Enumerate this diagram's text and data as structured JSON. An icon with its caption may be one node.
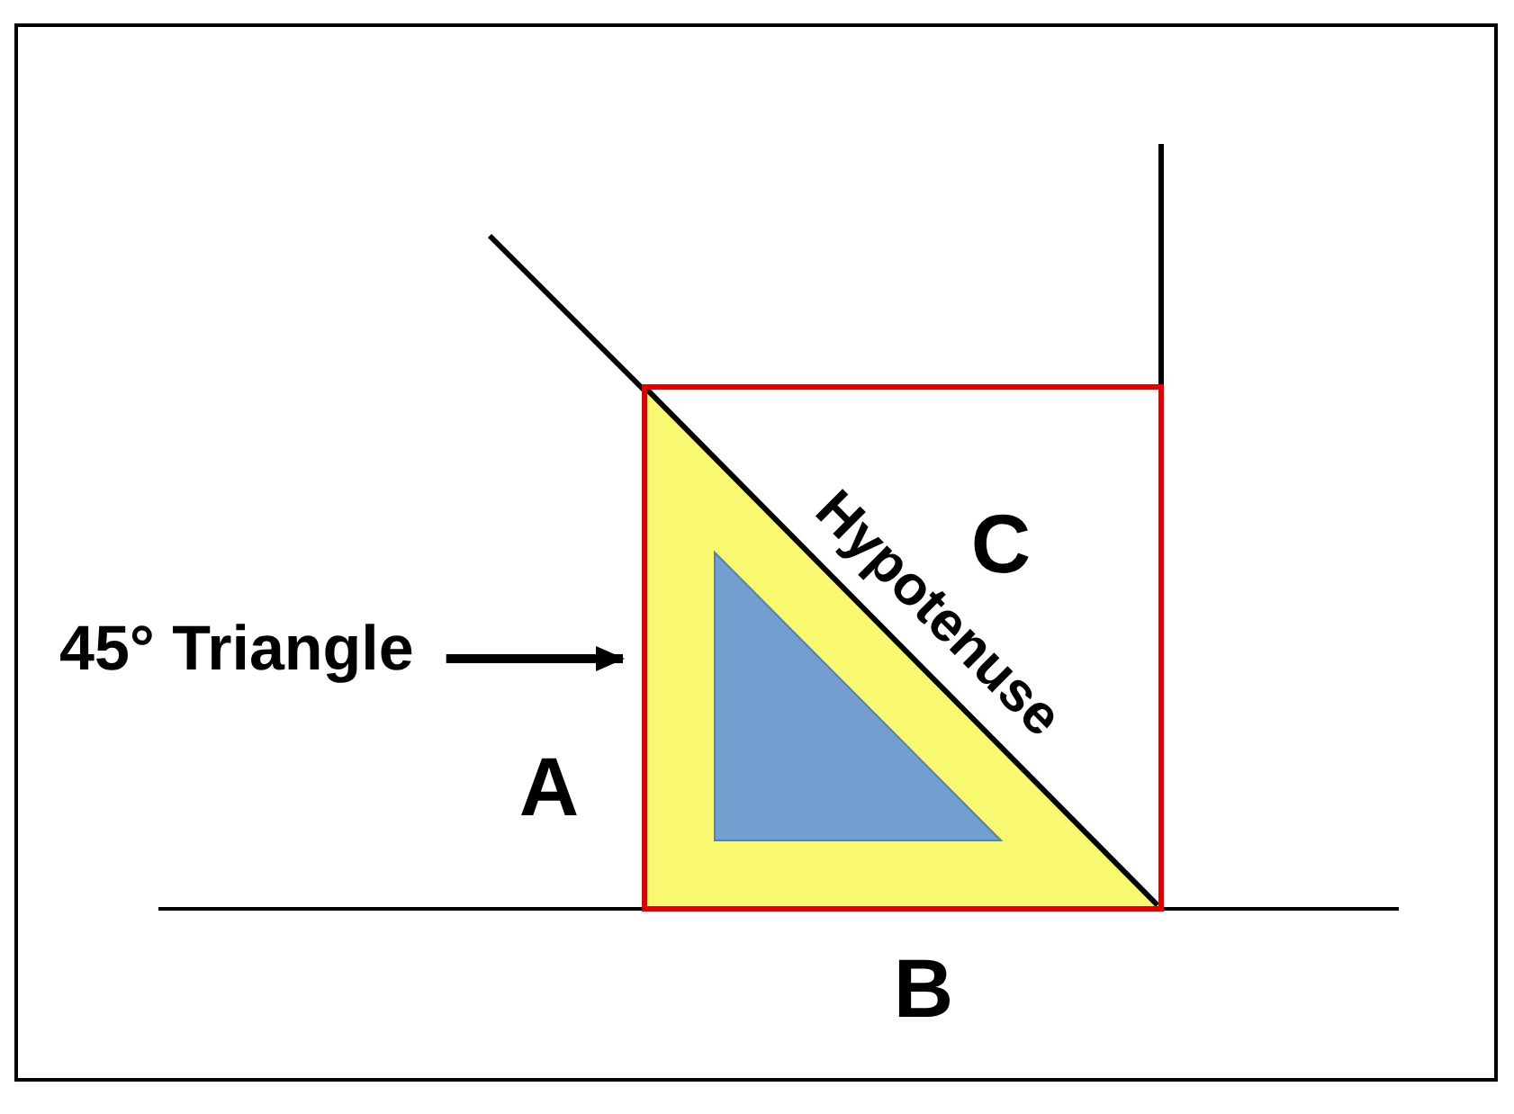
{
  "diagram": {
    "nodes": [
      {
        "text": [
          "45° Triangle"
        ]
      },
      {
        "text": [],
        "shape": "triangle"
      }
    ],
    "edges": [
      {
        "from": 0,
        "to": 1,
        "arrow": "to"
      }
    ],
    "labels": [
      "Hypotenuse",
      "C",
      "A",
      "B"
    ]
  }
}
